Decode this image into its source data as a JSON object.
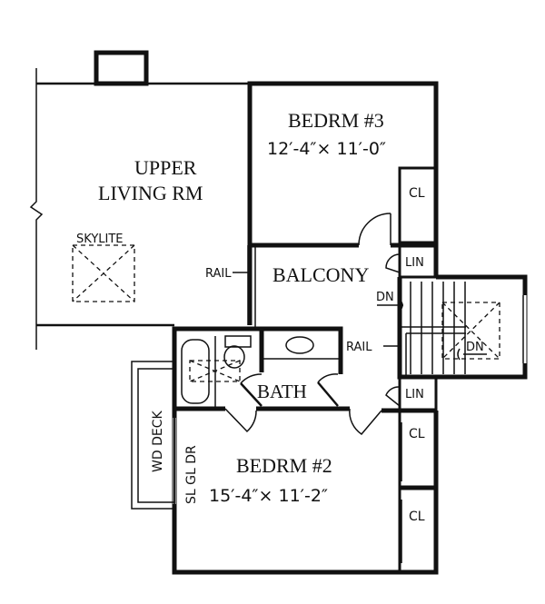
{
  "rooms": {
    "upper_living": {
      "line1": "UPPER",
      "line2": "LIVING RM",
      "skylight": "SKYLITE"
    },
    "bedroom3": {
      "name": "BEDRM #3",
      "size": "12′-4″× 11′-0″"
    },
    "balcony": {
      "name": "BALCONY"
    },
    "bath": {
      "name": "BATH"
    },
    "bedroom2": {
      "name": "BEDRM #2",
      "size": "15′-4″× 11′-2″"
    },
    "deck": {
      "name": "WD DECK"
    },
    "door": {
      "name": "SL GL DR"
    }
  },
  "labels": {
    "rail_left": "RAIL",
    "rail_stair": "RAIL",
    "dn_top": "DN",
    "dn_stair": "DN",
    "lin_top": "LIN",
    "lin_bottom": "LIN",
    "cl_bedrm3": "CL",
    "cl_bedrm2_a": "CL",
    "cl_bedrm2_b": "CL"
  }
}
